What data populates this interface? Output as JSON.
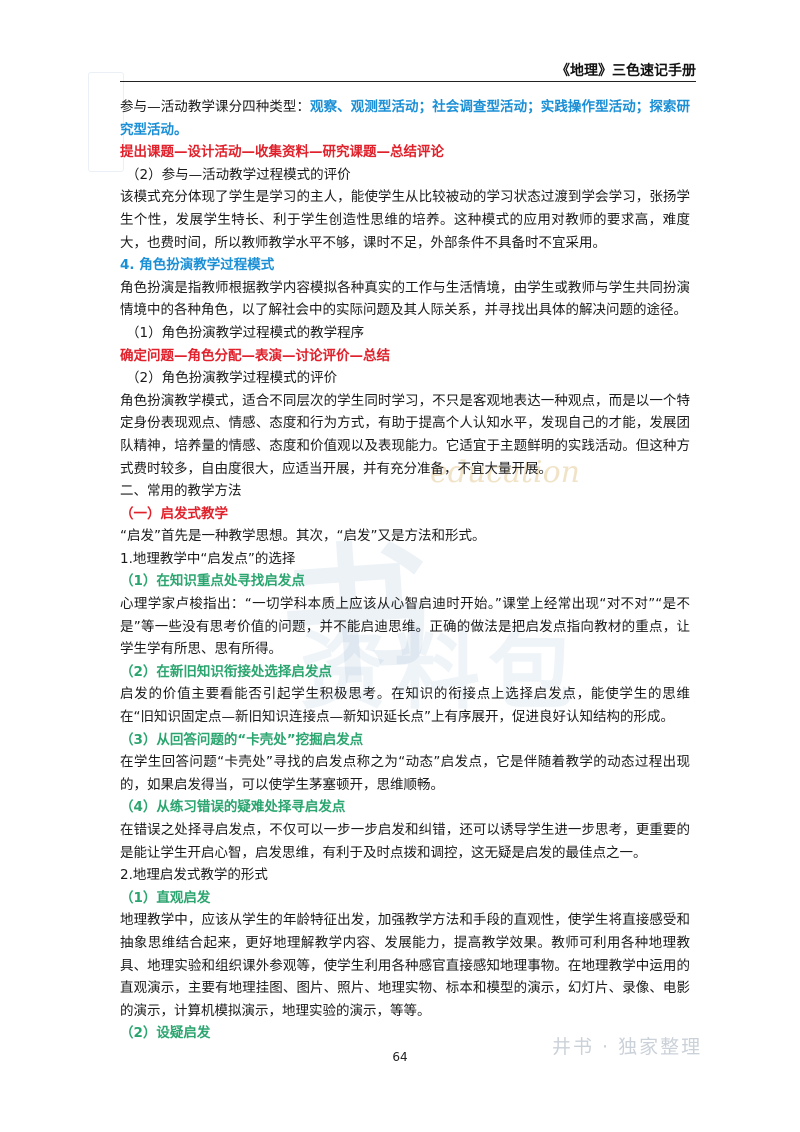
{
  "header": {
    "title": "《地理》三色速记手册"
  },
  "watermark": {
    "seal": "井书",
    "big": "书",
    "row": "资料包",
    "script": "education",
    "bottom": "井书 · 独家整理"
  },
  "lines": {
    "l1a": "参与—活动教学课分四种类型：",
    "l1b": "观察、观测型活动；社会调查型活动；实践操作型活动；探索研究型活动。",
    "l2": "提出课题—设计活动—收集资料—研究课题—总结评论",
    "l3": "（2）参与—活动教学过程模式的评价",
    "l4": "该模式充分体现了学生是学习的主人，能使学生从比较被动的学习状态过渡到学会学习，张扬学生个性，发展学生特长、利于学生创造性思维的培养。这种模式的应用对教师的要求高，难度大，也费时间，所以教师教学水平不够，课时不足，外部条件不具备时不宜采用。",
    "l5": "4. 角色扮演教学过程模式",
    "l6": "角色扮演是指教师根据教学内容模拟各种真实的工作与生活情境，由学生或教师与学生共同扮演情境中的各种角色，以了解社会中的实际问题及其人际关系，并寻找出具体的解决问题的途径。",
    "l7": "（1）角色扮演教学过程模式的教学程序",
    "l8": "确定问题—角色分配—表演—讨论评价—总结",
    "l9": "（2）角色扮演教学过程模式的评价",
    "l10": "角色扮演教学模式，适合不同层次的学生同时学习，不只是客观地表达一种观点，而是以一个特定身份表现观点、情感、态度和行为方式，有助于提高个人认知水平，发现自己的才能，发展团队精神，培养量的情感、态度和价值观以及表现能力。它适宜于主题鲜明的实践活动。但这种方式费时较多，自由度很大，应适当开展，并有充分准备，不宜大量开展。",
    "l11": "二、常用的教学方法",
    "l12": "（一）启发式教学",
    "l13": "“启发”首先是一种教学思想。其次，“启发”又是方法和形式。",
    "l14": "1.地理教学中“启发点”的选择",
    "l15": "（1）在知识重点处寻找启发点",
    "l16": "心理学家卢梭指出：“一切学科本质上应该从心智启迪时开始。”课堂上经常出现“对不对”“是不是”等一些没有思考价值的问题，并不能启迪思维。正确的做法是把启发点指向教材的重点，让学生学有所思、思有所得。",
    "l17": "（2）在新旧知识衔接处选择启发点",
    "l18": "启发的价值主要看能否引起学生积极思考。在知识的衔接点上选择启发点，能使学生的思维在“旧知识固定点—新旧知识连接点—新知识延长点”上有序展开，促进良好认知结构的形成。",
    "l19": "（3）从回答问题的“卡壳处”挖掘启发点",
    "l20": "在学生回答问题“卡壳处”寻找的启发点称之为“动态”启发点，它是伴随着教学的动态过程出现的，如果启发得当，可以使学生茅塞顿开，思维顺畅。",
    "l21": "（4）从练习错误的疑难处择寻启发点",
    "l22": "在错误之处择寻启发点，不仅可以一步一步启发和纠错，还可以诱导学生进一步思考，更重要的是能让学生开启心智，启发思维，有利于及时点拨和调控，这无疑是启发的最佳点之一。",
    "l23": "2.地理启发式教学的形式",
    "l24": "（1）直观启发",
    "l25": "地理教学中，应该从学生的年龄特征出发，加强教学方法和手段的直观性，使学生将直接感受和抽象思维结合起来，更好地理解教学内容、发展能力，提高教学效果。教师可利用各种地理教具、地理实验和组织课外参观等，使学生利用各种感官直接感知地理事物。在地理教学中运用的直观演示，主要有地理挂图、图片、照片、地理实物、标本和模型的演示，幻灯片、录像、电影的演示，计算机模拟演示，地理实验的演示，等等。",
    "l26": "（2）设疑启发"
  },
  "page_number": "64",
  "colors": {
    "blue": "#1a8fd6",
    "red": "#e0202a",
    "green": "#2ba56f"
  }
}
